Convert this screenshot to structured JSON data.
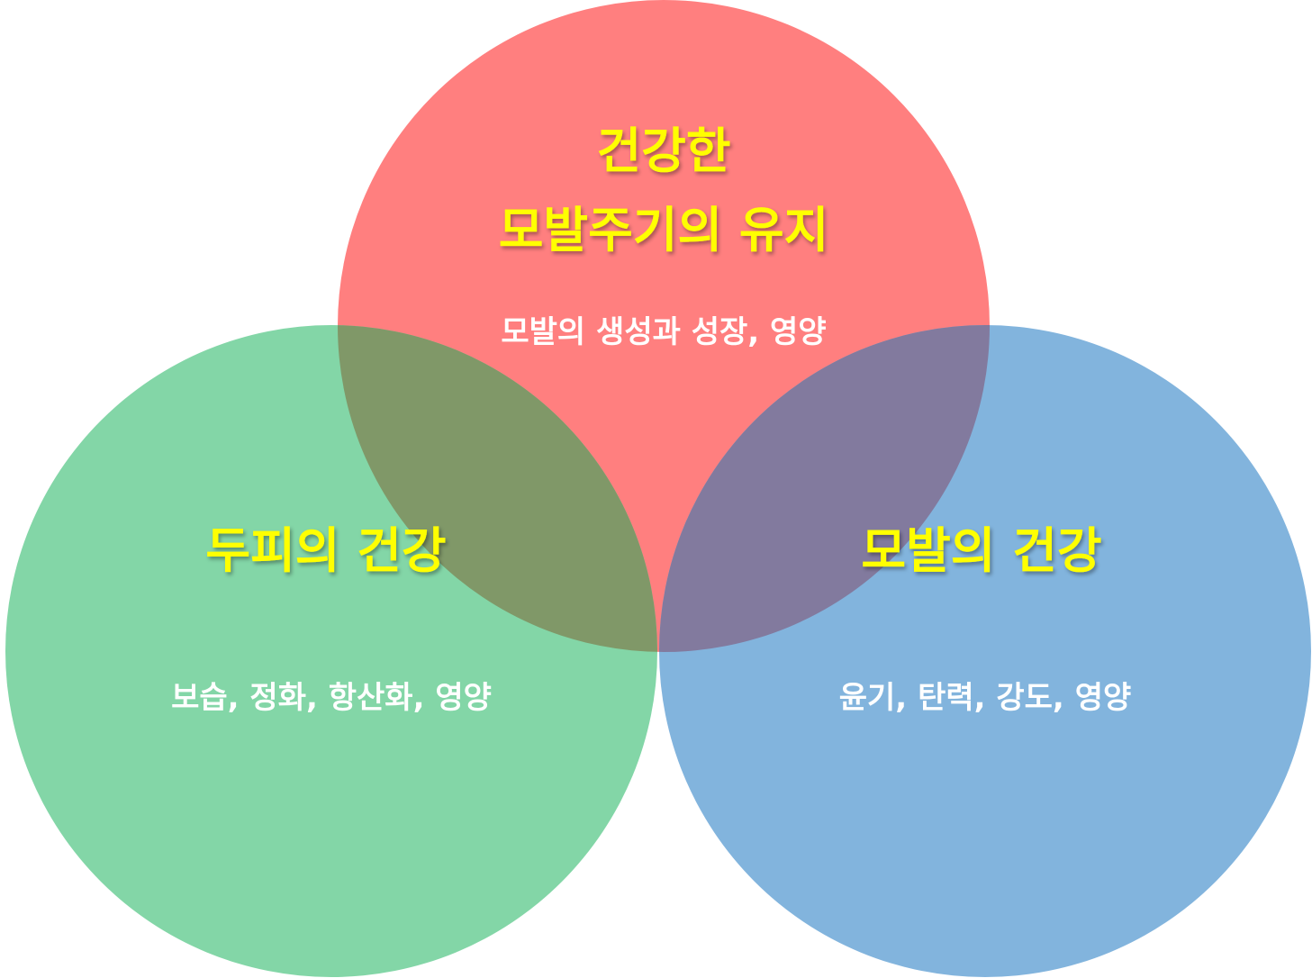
{
  "colors": {
    "title_text": "#ffff00",
    "desc_text": "#ffffff",
    "top_circle": "#ff7f7f",
    "left_circle": "#83d6a7",
    "right_circle": "#82b4dd",
    "overlap_top_left": "#809868",
    "overlap_top_right": "#827a9e",
    "background": "#ffffff"
  },
  "circles": {
    "top": {
      "title_line1": "건강한",
      "title_line2": "모발주기의 유지",
      "description": "모발의 생성과 성장, 영양"
    },
    "left": {
      "title": "두피의 건강",
      "description": "보습, 정화, 항산화, 영양"
    },
    "right": {
      "title": "모발의 건강",
      "description": "윤기, 탄력, 강도, 영양"
    }
  }
}
